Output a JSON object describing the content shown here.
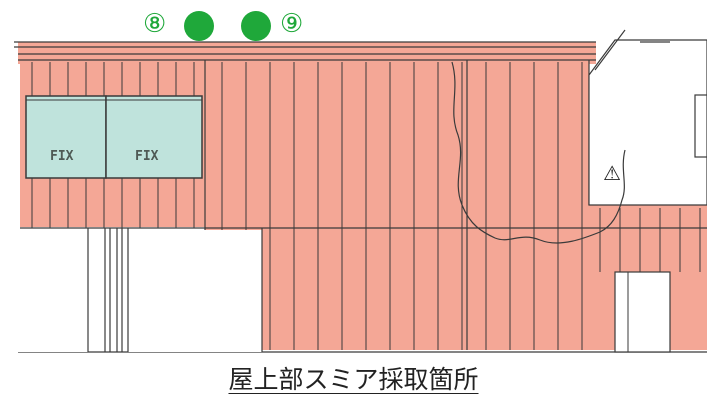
{
  "markers": [
    {
      "number": "⑧",
      "color": "#1fa83a"
    },
    {
      "number": "⑨",
      "color": "#1fa83a"
    }
  ],
  "windows": [
    {
      "label": "FIX"
    },
    {
      "label": "FIX"
    }
  ],
  "warning_symbol": "⚠",
  "caption": "屋上部スミア採取箇所",
  "colors": {
    "highlight": "#f4a796",
    "window_fill": "#bfe3dc",
    "line": "#3a3a3a",
    "marker": "#1fa83a"
  }
}
